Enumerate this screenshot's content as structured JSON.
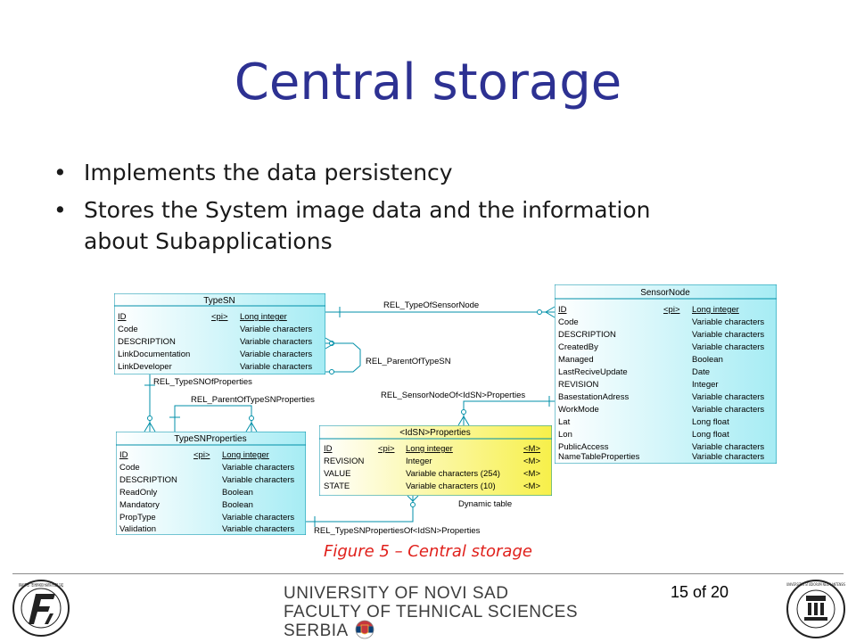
{
  "slide": {
    "title": "Central storage",
    "bullets": [
      "Implements the data persistency",
      "Stores the System image data and the information about Subapplications"
    ],
    "caption": "Figure 5 – Central storage"
  },
  "diagram": {
    "entities": [
      {
        "name": "TypeSN",
        "rows": [
          {
            "attr": "ID",
            "key": "<pi>",
            "type": "Long integer"
          },
          {
            "attr": "Code",
            "key": "",
            "type": "Variable characters"
          },
          {
            "attr": "DESCRIPTION",
            "key": "",
            "type": "Variable characters"
          },
          {
            "attr": "LinkDocumentation",
            "key": "",
            "type": "Variable characters"
          },
          {
            "attr": "LinkDeveloper",
            "key": "",
            "type": "Variable characters"
          }
        ]
      },
      {
        "name": "SensorNode",
        "rows": [
          {
            "attr": "ID",
            "key": "<pi>",
            "type": "Long integer"
          },
          {
            "attr": "Code",
            "key": "",
            "type": "Variable characters"
          },
          {
            "attr": "DESCRIPTION",
            "key": "",
            "type": "Variable characters"
          },
          {
            "attr": "CreatedBy",
            "key": "",
            "type": "Variable characters"
          },
          {
            "attr": "Managed",
            "key": "",
            "type": "Boolean"
          },
          {
            "attr": "LastReciveUpdate",
            "key": "",
            "type": "Date"
          },
          {
            "attr": "REVISION",
            "key": "",
            "type": "Integer"
          },
          {
            "attr": "BasestationAdress",
            "key": "",
            "type": "Variable characters"
          },
          {
            "attr": "WorkMode",
            "key": "",
            "type": "Variable characters"
          },
          {
            "attr": "Lat",
            "key": "",
            "type": "Long float"
          },
          {
            "attr": "Lon",
            "key": "",
            "type": "Long float"
          },
          {
            "attr": "PublicAccess",
            "key": "",
            "type": "Variable characters"
          },
          {
            "attr": "NameTableProperties",
            "key": "",
            "type": "Variable characters"
          }
        ]
      },
      {
        "name": "TypeSNProperties",
        "rows": [
          {
            "attr": "ID",
            "key": "<pi>",
            "type": "Long integer"
          },
          {
            "attr": "Code",
            "key": "",
            "type": "Variable characters"
          },
          {
            "attr": "DESCRIPTION",
            "key": "",
            "type": "Variable characters"
          },
          {
            "attr": "ReadOnly",
            "key": "",
            "type": "Boolean"
          },
          {
            "attr": "Mandatory",
            "key": "",
            "type": "Boolean"
          },
          {
            "attr": "PropType",
            "key": "",
            "type": "Variable characters"
          },
          {
            "attr": "Validation",
            "key": "",
            "type": "Variable characters"
          }
        ]
      },
      {
        "name": "<IdSN>Properties",
        "rows": [
          {
            "attr": "ID",
            "key": "<pi>",
            "type": "Long integer",
            "flag": "<M>"
          },
          {
            "attr": "REVISION",
            "key": "",
            "type": "Integer",
            "flag": "<M>"
          },
          {
            "attr": "VALUE",
            "key": "",
            "type": "Variable characters (254)",
            "flag": "<M>"
          },
          {
            "attr": "STATE",
            "key": "",
            "type": "Variable characters (10)",
            "flag": "<M>"
          }
        ]
      }
    ],
    "relations": {
      "type_of_sensor_node": "REL_TypeOfSensorNode",
      "parent_of_type_sn": "REL_ParentOfTypeSN",
      "type_sn_of_properties": "REL_TypeSNOfProperties",
      "parent_of_type_sn_properties": "REL_ParentOfTypeSNProperties",
      "sensor_node_of_idsn_properties": "REL_SensorNodeOf<IdSN>Properties",
      "type_sn_properties_of_idsn_properties": "REL_TypeSNPropertiesOf<IdSN>Properties"
    },
    "note": "Dynamic table"
  },
  "footer": {
    "page_number": "15 of 20",
    "university": "UNIVERSITY OF NOVI SAD",
    "faculty": "FACULTY OF TEHNICAL SCIENCES",
    "country": "SERBIA",
    "left_logo_text": "ФАКУЛТЕТ ТЕХНИЧКИХ НАУКА НОВИ САД",
    "right_logo_text": "UNIVERSITAS STUDIORUM NEOPLANTENSIS"
  },
  "colors": {
    "title": "#2d3192",
    "caption": "#e0201b",
    "entity_fill": "#a6ecf4",
    "dynamic_entity_fill": "#f7f04a",
    "line": "#008fa8"
  }
}
